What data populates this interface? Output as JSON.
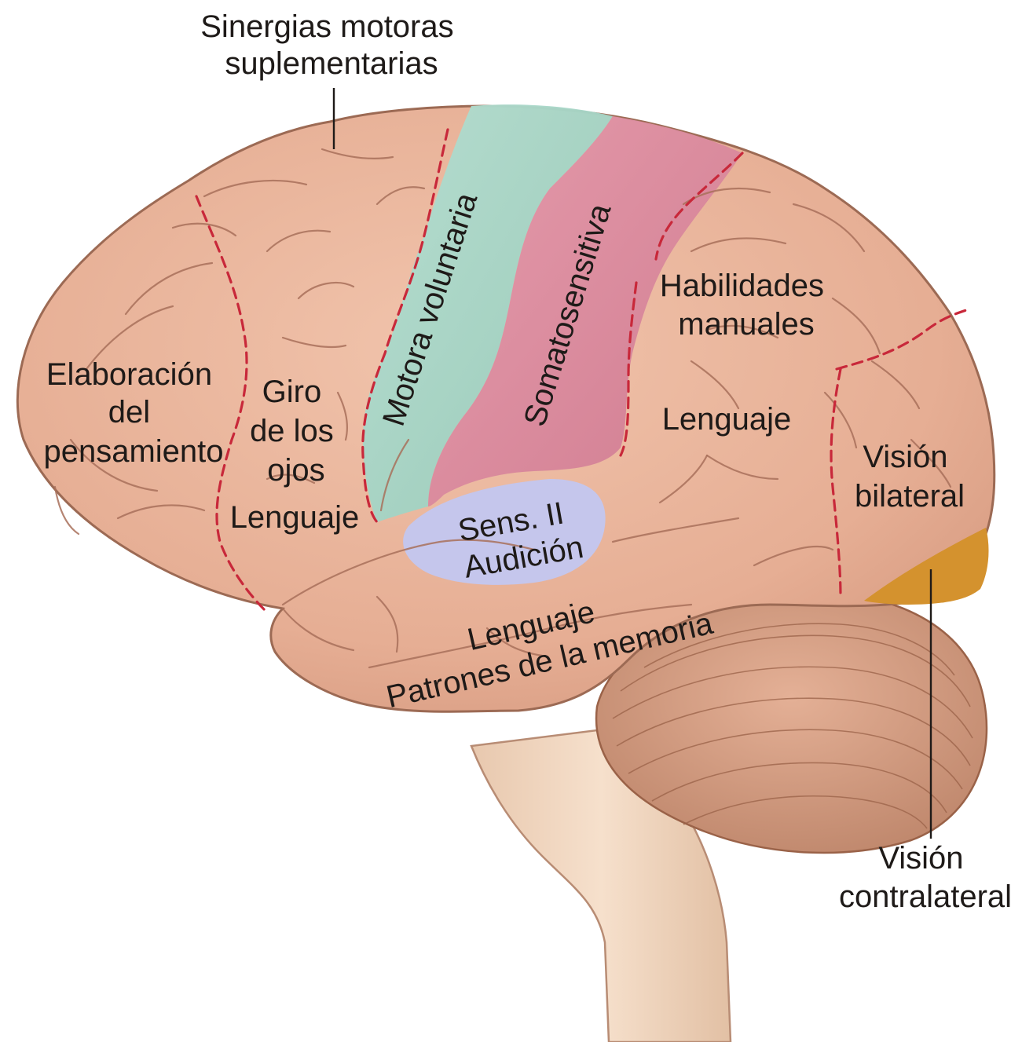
{
  "colors": {
    "cortex": "#e9b49b",
    "cortex_outline": "#9c6a54",
    "motor_area": "#a8d6c8",
    "somatosensory_area": "#d8889c",
    "auditory_area": "#c3c6ee",
    "contralateral_vision_area": "#d4922e",
    "region_border": "#c8283a",
    "cerebellum": "#d29a80",
    "brainstem": "#f0d4bc"
  },
  "labels": {
    "supplementary_motor": [
      "Sinergias motoras",
      "suplementarias"
    ],
    "thought": [
      "Elaboración",
      "del",
      "pensamiento"
    ],
    "eye_gyrus": [
      "Giro",
      "de los",
      "ojos"
    ],
    "frontal_language": "Lenguaje",
    "motor": "Motora voluntaria",
    "somatosensory": "Somatosensitiva",
    "manual_skills": [
      "Habilidades",
      "manuales"
    ],
    "parietal_language": "Lenguaje",
    "bilateral_vision": [
      "Visión",
      "bilateral"
    ],
    "auditory": [
      "Sens. II",
      "Audición"
    ],
    "temporal": [
      "Lenguaje",
      "Patrones de la memoria"
    ],
    "contralateral_vision": [
      "Visión",
      "contralateral"
    ]
  }
}
